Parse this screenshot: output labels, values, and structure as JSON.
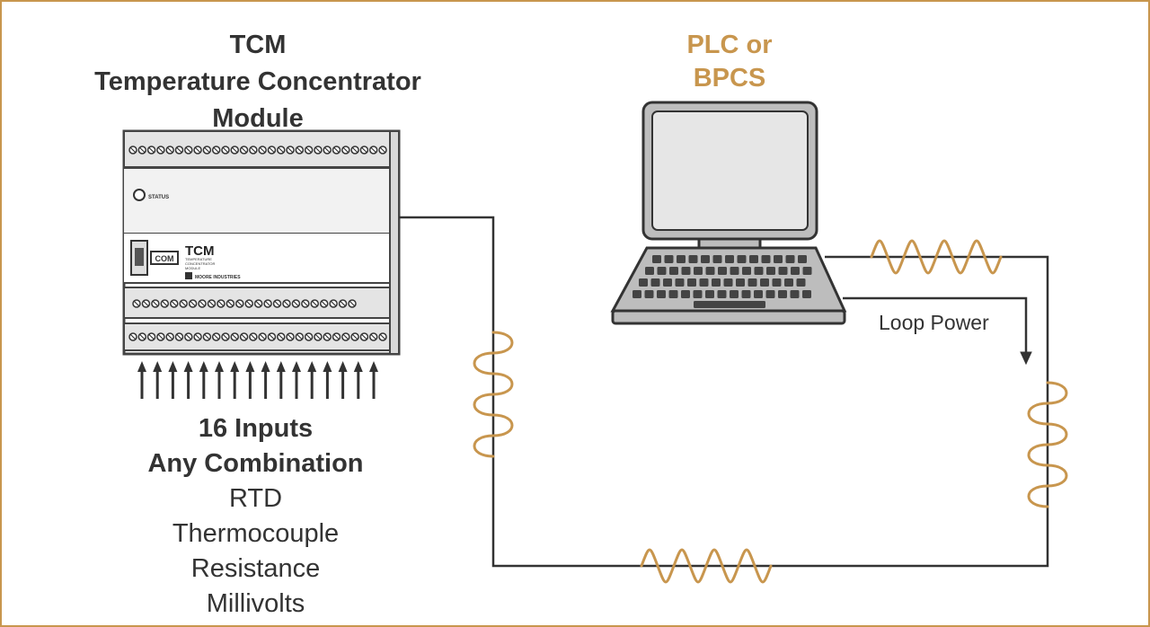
{
  "tcm": {
    "title_lines": [
      "TCM",
      "Temperature Concentrator",
      "Module"
    ],
    "device": {
      "status_label": "STATUS",
      "com_label": "COM",
      "logo": "TCM",
      "logo_sub": [
        "TEMPERATURE",
        "CONCENTRATOR",
        "MODULE"
      ],
      "brand": "MOORE INDUSTRIES"
    }
  },
  "plc": {
    "title_lines": [
      "PLC or",
      "BPCS"
    ]
  },
  "inputs": {
    "heading_lines": [
      "16 Inputs",
      "Any Combination"
    ],
    "types": [
      "RTD",
      "Thermocouple",
      "Resistance",
      "Millivolts"
    ],
    "arrow_count": 16
  },
  "loop_power_label": "Loop Power",
  "colors": {
    "border": "#c8964e",
    "accent": "#c8964e",
    "wire": "#333333",
    "text": "#333333"
  }
}
